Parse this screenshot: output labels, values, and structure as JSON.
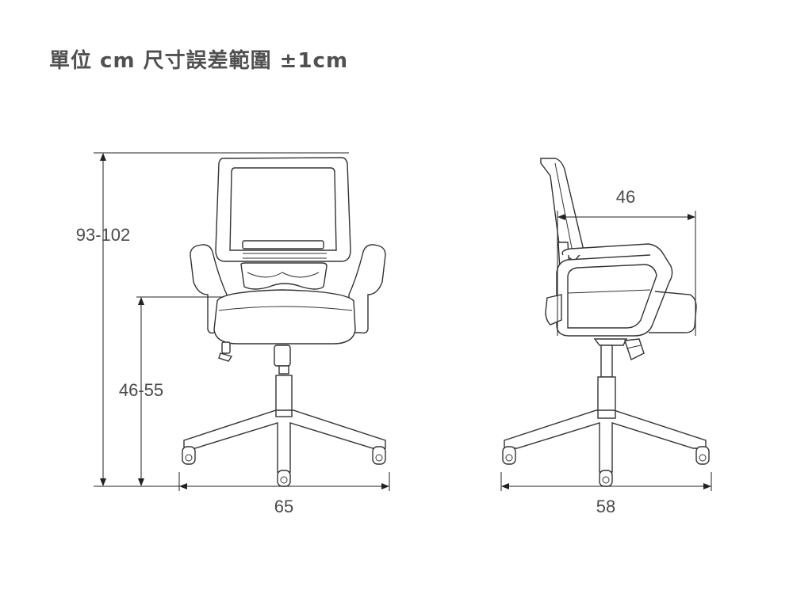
{
  "header": {
    "title": "單位 cm 尺寸誤差範圍 ±1cm"
  },
  "dimensions": {
    "height_total": "93-102",
    "seat_height": "46-55",
    "width_front": "65",
    "seat_depth": "46",
    "depth_side": "58"
  }
}
